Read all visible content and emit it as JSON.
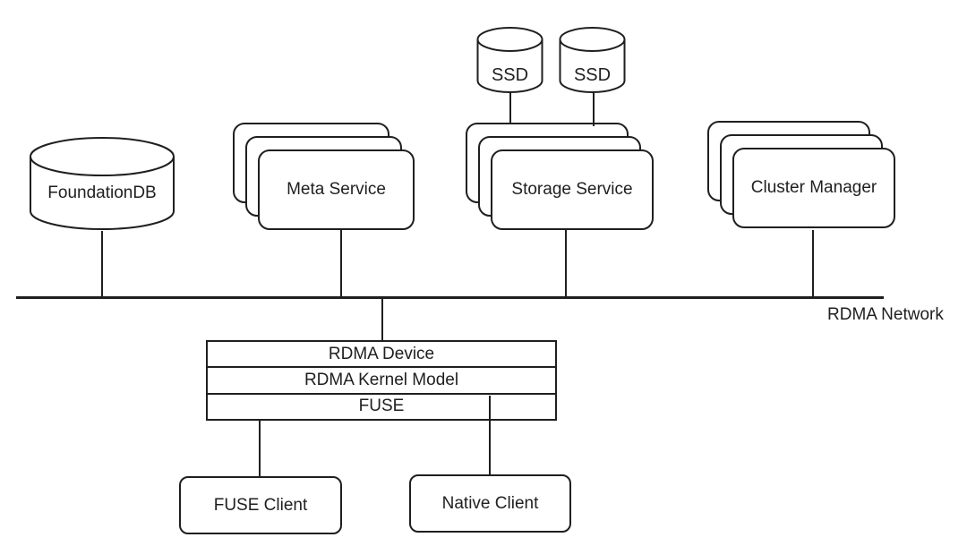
{
  "diagram": {
    "network": {
      "label": "RDMA Network"
    },
    "foundationdb": {
      "label": "FoundationDB",
      "shape": "cylinder"
    },
    "meta_service": {
      "label": "Meta Service",
      "shape": "stacked-box",
      "replicas": 3
    },
    "storage_service": {
      "label": "Storage Service",
      "shape": "stacked-box",
      "replicas": 3
    },
    "cluster_manager": {
      "label": "Cluster Manager",
      "shape": "stacked-box",
      "replicas": 3
    },
    "ssd_left": {
      "label": "SSD",
      "shape": "cylinder"
    },
    "ssd_right": {
      "label": "SSD",
      "shape": "cylinder"
    },
    "host_stack": {
      "rows": [
        {
          "label": "RDMA Device"
        },
        {
          "label": "RDMA Kernel Model"
        },
        {
          "label": "FUSE"
        }
      ]
    },
    "fuse_client": {
      "label": "FUSE Client"
    },
    "native_client": {
      "label": "Native Client"
    },
    "colors": {
      "stroke": "#1f1f1f",
      "background": "#ffffff",
      "text": "#1f1f1f"
    }
  }
}
